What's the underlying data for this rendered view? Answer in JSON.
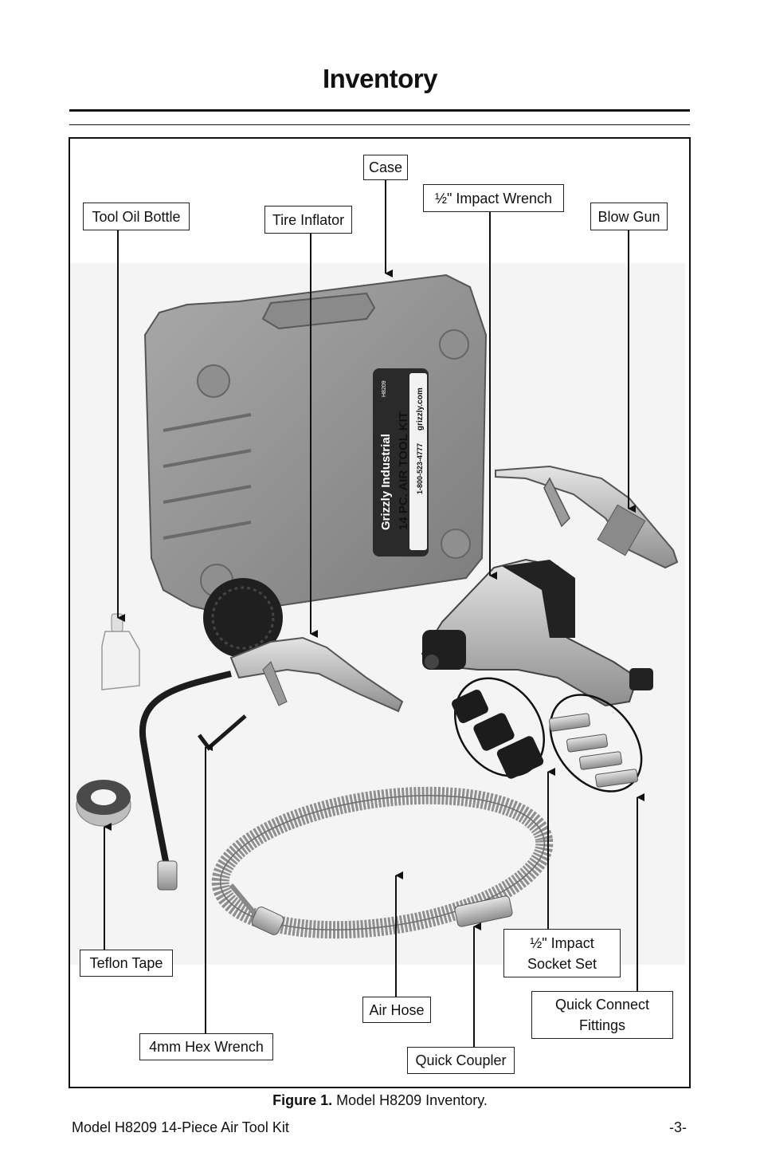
{
  "page": {
    "title": "Inventory",
    "caption_bold": "Figure 1.",
    "caption_text": " Model H8209 Inventory.",
    "footer_left": "Model H8209 14-Piece Air Tool Kit",
    "footer_right": "-3-"
  },
  "case_label": {
    "brand": "Grizzly Industrial",
    "model": "H8209",
    "product": "14 PC. AIR TOOL KIT",
    "phone": "1-800-523-4777",
    "web": "grizzly.com"
  },
  "callouts": {
    "case": "Case",
    "impact_wrench": "½\" Impact Wrench",
    "tool_oil_bottle": "Tool Oil Bottle",
    "tire_inflator": "Tire Inflator",
    "blow_gun": "Blow Gun",
    "socket_set_line1": "½\" Impact",
    "socket_set_line2": "Socket Set",
    "teflon_tape": "Teflon Tape",
    "quick_connect_line1": "Quick Connect",
    "quick_connect_line2": "Fittings",
    "air_hose": "Air Hose",
    "hex_wrench": "4mm Hex Wrench",
    "quick_coupler": "Quick Coupler"
  }
}
